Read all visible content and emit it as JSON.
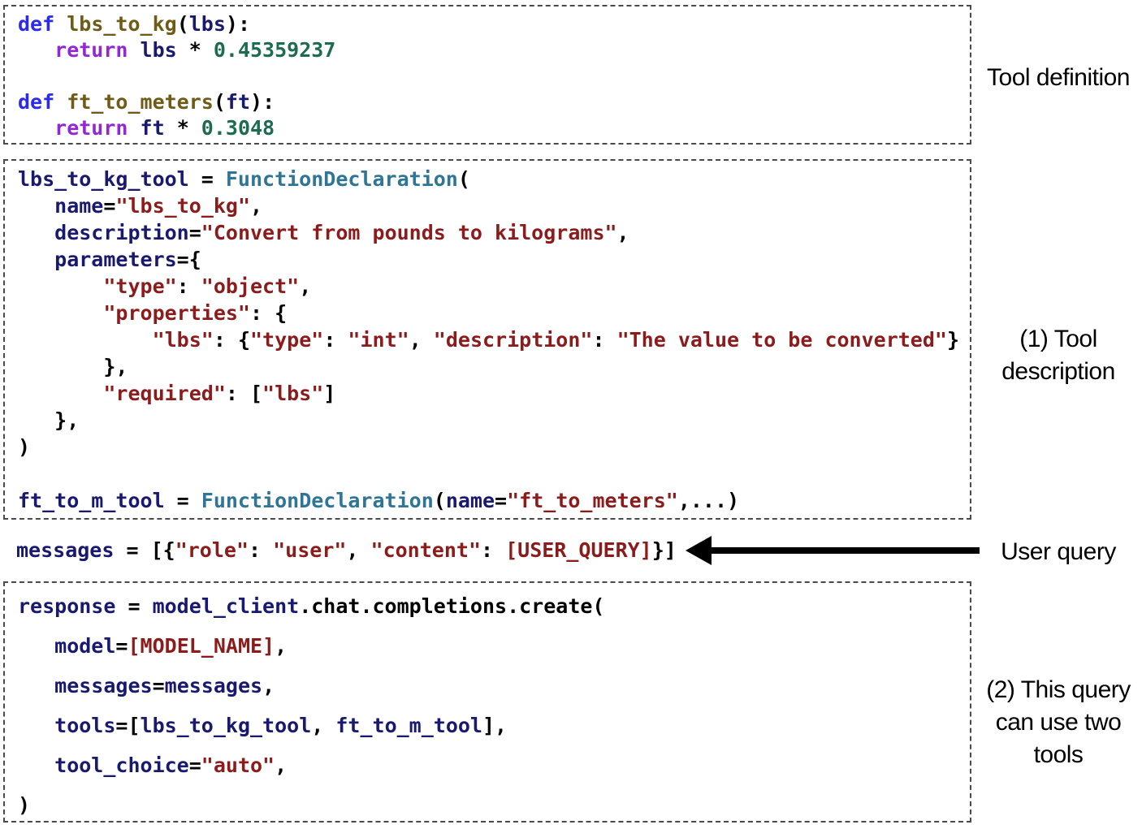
{
  "colors": {
    "keyword": "#2a2af0",
    "function_name": "#6e5b16",
    "identifier": "#191970",
    "return_kw": "#9128d2",
    "number": "#1d6b51",
    "class_name": "#2e7596",
    "string": "#8c1c1c",
    "plain": "#000000",
    "border": "#4a4a4a",
    "arrow": "#000000",
    "annotation": "#000000"
  },
  "annotations": {
    "tool_definition": "Tool definition",
    "tool_description": "(1) Tool\ndescription",
    "user_query": "User query",
    "two_tools": "(2) This query\ncan use two\ntools"
  },
  "code": {
    "tool_definition_block": {
      "lines": [
        [
          [
            "kw",
            "def"
          ],
          [
            "pl",
            " "
          ],
          [
            "fn",
            "lbs_to_kg"
          ],
          [
            "pl",
            "("
          ],
          [
            "var",
            "lbs"
          ],
          [
            "pl",
            "):"
          ]
        ],
        [
          [
            "pl",
            "   "
          ],
          [
            "ret",
            "return"
          ],
          [
            "pl",
            " "
          ],
          [
            "var",
            "lbs"
          ],
          [
            "pl",
            " * "
          ],
          [
            "num",
            "0.45359237"
          ]
        ],
        [],
        [
          [
            "kw",
            "def"
          ],
          [
            "pl",
            " "
          ],
          [
            "fn",
            "ft_to_meters"
          ],
          [
            "pl",
            "("
          ],
          [
            "var",
            "ft"
          ],
          [
            "pl",
            "):"
          ]
        ],
        [
          [
            "pl",
            "   "
          ],
          [
            "ret",
            "return"
          ],
          [
            "pl",
            " "
          ],
          [
            "var",
            "ft"
          ],
          [
            "pl",
            " * "
          ],
          [
            "num",
            "0.3048"
          ]
        ]
      ]
    },
    "tool_description_block": {
      "lines": [
        [
          [
            "var",
            "lbs_to_kg_tool"
          ],
          [
            "pl",
            " = "
          ],
          [
            "cls",
            "FunctionDeclaration"
          ],
          [
            "pl",
            "("
          ]
        ],
        [
          [
            "pl",
            "   "
          ],
          [
            "var",
            "name"
          ],
          [
            "pl",
            "="
          ],
          [
            "str",
            "\"lbs_to_kg\""
          ],
          [
            "pl",
            ","
          ]
        ],
        [
          [
            "pl",
            "   "
          ],
          [
            "var",
            "description"
          ],
          [
            "pl",
            "="
          ],
          [
            "str",
            "\"Convert from pounds to kilograms\""
          ],
          [
            "pl",
            ","
          ]
        ],
        [
          [
            "pl",
            "   "
          ],
          [
            "var",
            "parameters"
          ],
          [
            "pl",
            "={"
          ]
        ],
        [
          [
            "pl",
            "       "
          ],
          [
            "str",
            "\"type\""
          ],
          [
            "pl",
            ": "
          ],
          [
            "str",
            "\"object\""
          ],
          [
            "pl",
            ","
          ]
        ],
        [
          [
            "pl",
            "       "
          ],
          [
            "str",
            "\"properties\""
          ],
          [
            "pl",
            ": {"
          ]
        ],
        [
          [
            "pl",
            "           "
          ],
          [
            "str",
            "\"lbs\""
          ],
          [
            "pl",
            ": {"
          ],
          [
            "str",
            "\"type\""
          ],
          [
            "pl",
            ": "
          ],
          [
            "str",
            "\"int\""
          ],
          [
            "pl",
            ", "
          ],
          [
            "str",
            "\"description\""
          ],
          [
            "pl",
            ": "
          ],
          [
            "str",
            "\"The value to be converted\""
          ],
          [
            "pl",
            "}"
          ]
        ],
        [
          [
            "pl",
            "       },"
          ]
        ],
        [
          [
            "pl",
            "       "
          ],
          [
            "str",
            "\"required\""
          ],
          [
            "pl",
            ": ["
          ],
          [
            "str",
            "\"lbs\""
          ],
          [
            "pl",
            "]"
          ]
        ],
        [
          [
            "pl",
            "   },"
          ]
        ],
        [
          [
            "pl",
            ")"
          ]
        ],
        [],
        [
          [
            "var",
            "ft_to_m_tool"
          ],
          [
            "pl",
            " = "
          ],
          [
            "cls",
            "FunctionDeclaration"
          ],
          [
            "pl",
            "("
          ],
          [
            "var",
            "name"
          ],
          [
            "pl",
            "="
          ],
          [
            "str",
            "\"ft_to_meters\""
          ],
          [
            "pl",
            ",...)"
          ]
        ]
      ]
    },
    "user_query_line": {
      "lines": [
        [
          [
            "var",
            "messages"
          ],
          [
            "pl",
            " = [{"
          ],
          [
            "str",
            "\"role\""
          ],
          [
            "pl",
            ": "
          ],
          [
            "str",
            "\"user\""
          ],
          [
            "pl",
            ", "
          ],
          [
            "str",
            "\"content\""
          ],
          [
            "pl",
            ": "
          ],
          [
            "str",
            "[USER_QUERY]"
          ],
          [
            "pl",
            "}]"
          ]
        ]
      ]
    },
    "api_call_block": {
      "lines": [
        [
          [
            "var",
            "response"
          ],
          [
            "pl",
            " = "
          ],
          [
            "var",
            "model_client"
          ],
          [
            "pl",
            ".chat.completions.create("
          ]
        ],
        [
          [
            "pl",
            "   "
          ],
          [
            "var",
            "model"
          ],
          [
            "pl",
            "="
          ],
          [
            "str",
            "[MODEL_NAME]"
          ],
          [
            "pl",
            ","
          ]
        ],
        [
          [
            "pl",
            "   "
          ],
          [
            "var",
            "messages"
          ],
          [
            "pl",
            "="
          ],
          [
            "var",
            "messages"
          ],
          [
            "pl",
            ","
          ]
        ],
        [
          [
            "pl",
            "   "
          ],
          [
            "var",
            "tools"
          ],
          [
            "pl",
            "=["
          ],
          [
            "var",
            "lbs_to_kg_tool"
          ],
          [
            "pl",
            ", "
          ],
          [
            "var",
            "ft_to_m_tool"
          ],
          [
            "pl",
            "],"
          ]
        ],
        [
          [
            "pl",
            "   "
          ],
          [
            "var",
            "tool_choice"
          ],
          [
            "pl",
            "="
          ],
          [
            "str",
            "\"auto\""
          ],
          [
            "pl",
            ","
          ]
        ],
        [
          [
            "pl",
            ")"
          ]
        ]
      ]
    }
  }
}
